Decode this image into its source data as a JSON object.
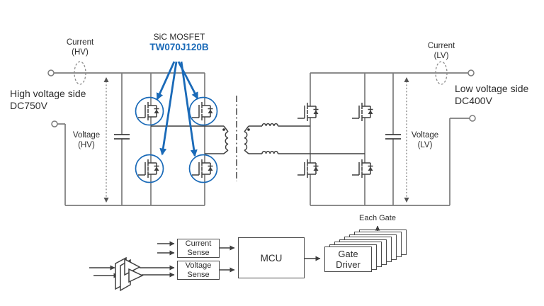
{
  "colors": {
    "accent_blue": "#1a6ab8",
    "wire_gray": "#7b7b7b",
    "symbol_dark": "#3f3f3f",
    "dashed_gray": "#8a8a8a",
    "text": "#2d2d2d"
  },
  "icons": {
    "mosfet": "n-mosfet-with-body-diode",
    "transformer": "two-winding-transformer-with-polarity-dots",
    "inductor": "series-inductor-bumps",
    "capacitor": "parallel-plate-capacitor",
    "current_sensor": "dashed-ellipse-probe",
    "voltage_probe": "dashed-double-arrow",
    "isolation_amplifier": "double-buffer-triangles",
    "terminal": "open-circle"
  },
  "labels": {
    "hv_current_line1": "Current",
    "hv_current_line2": "(HV)",
    "lv_current_line1": "Current",
    "lv_current_line2": "(LV)",
    "mosfet_type": "SiC MOSFET",
    "mosfet_part": "TW070J120B",
    "hv_side_line1": "High voltage side",
    "hv_side_line2": "DC750V",
    "lv_side_line1": "Low voltage side",
    "lv_side_line2": "DC400V",
    "hv_voltage_line1": "Voltage",
    "hv_voltage_line2": "(HV)",
    "lv_voltage_line1": "Voltage",
    "lv_voltage_line2": "(LV)",
    "each_gate": "Each Gate"
  },
  "blocks": {
    "current_sense_line1": "Current",
    "current_sense_line2": "Sense",
    "voltage_sense_line1": "Voltage",
    "voltage_sense_line2": "Sense",
    "mcu": "MCU",
    "gate_driver_line1": "Gate",
    "gate_driver_line2": "Driver",
    "gate_driver_count": 8
  }
}
